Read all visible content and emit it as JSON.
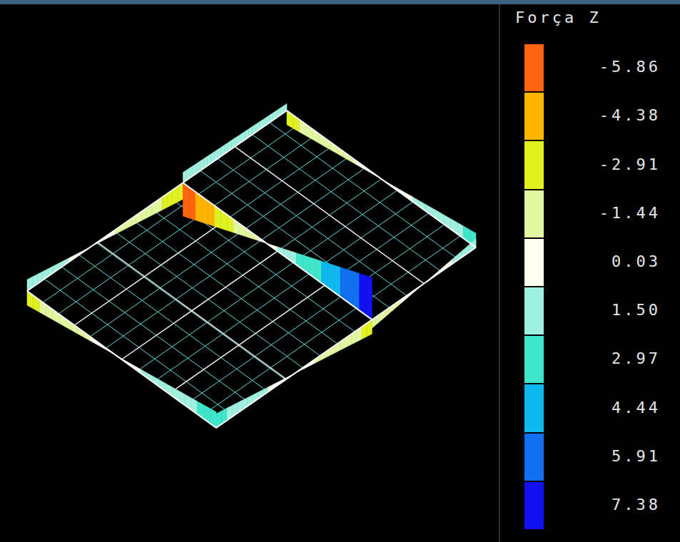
{
  "diagram": {
    "title": "Força Z",
    "legend": [
      {
        "text": "-5.86",
        "color": "#ff6410"
      },
      {
        "text": "-4.38",
        "color": "#ffb400"
      },
      {
        "text": "-2.91",
        "color": "#e0f020"
      },
      {
        "text": "-1.44",
        "color": "#e2f8a0"
      },
      {
        "text": "0.03",
        "color": "#fffff0"
      },
      {
        "text": "1.50",
        "color": "#a0f0e0"
      },
      {
        "text": "2.97",
        "color": "#40e6cc"
      },
      {
        "text": "4.44",
        "color": "#10b8f0"
      },
      {
        "text": "5.91",
        "color": "#1070f0"
      },
      {
        "text": "7.38",
        "color": "#1010f0"
      }
    ]
  }
}
